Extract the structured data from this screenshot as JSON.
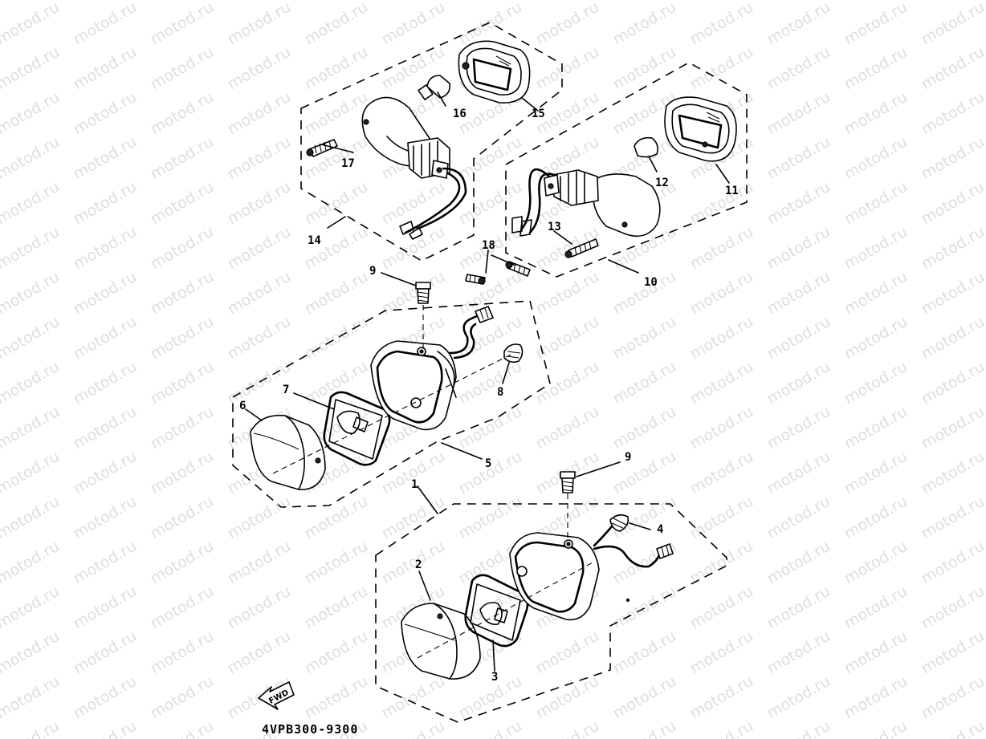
{
  "watermark": {
    "text": "motod.ru"
  },
  "callouts": {
    "c1": "1",
    "c2": "2",
    "c3": "3",
    "c4": "4",
    "c5": "5",
    "c6": "6",
    "c7": "7",
    "c8": "8",
    "c9a": "9",
    "c9b": "9",
    "c10": "10",
    "c11": "11",
    "c12": "12",
    "c13": "13",
    "c14": "14",
    "c15": "15",
    "c16": "16",
    "c17": "17",
    "c18": "18"
  },
  "direction_arrow": {
    "label": "FWD"
  },
  "drawing_code": "4VPB300-9300"
}
